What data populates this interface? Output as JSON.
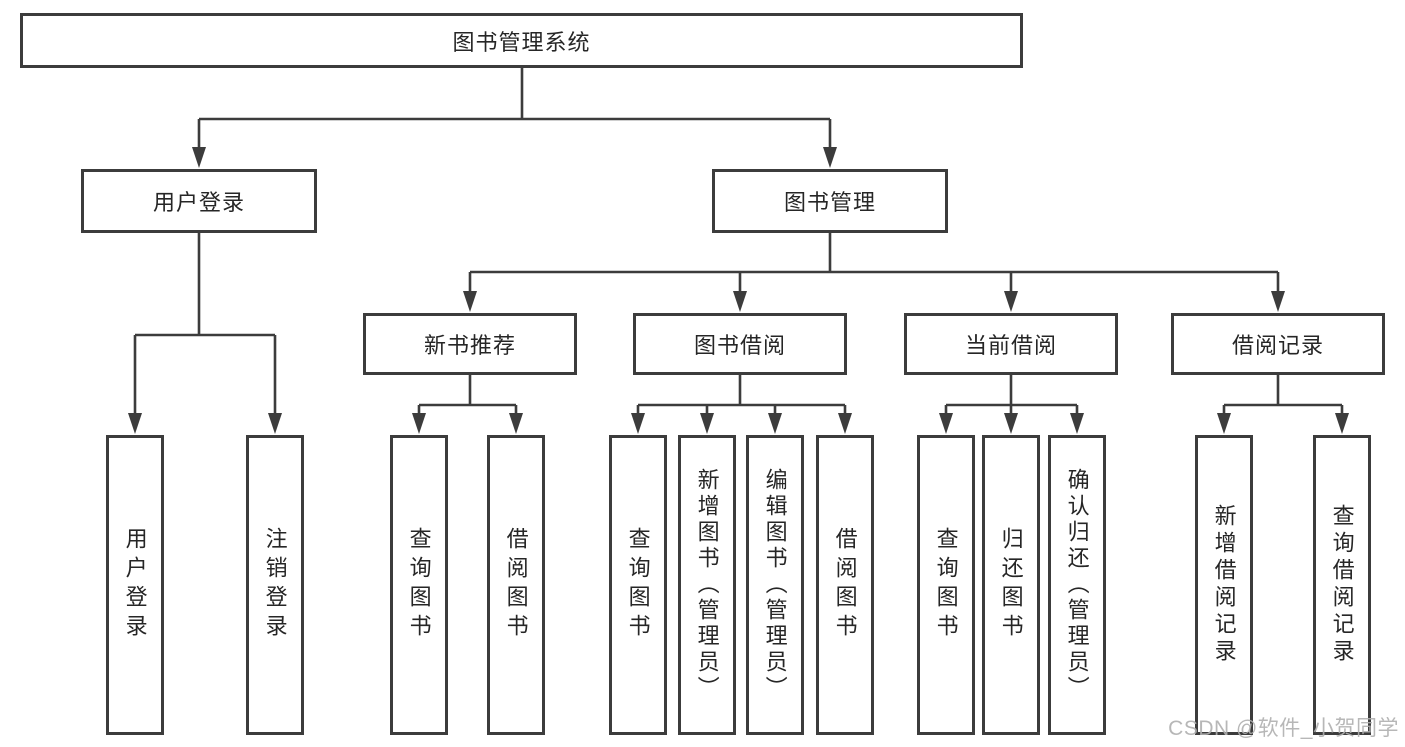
{
  "diagram": {
    "root": "图书管理系统",
    "level2": {
      "user_login": "用户登录",
      "book_management": "图书管理"
    },
    "level3": {
      "new_book_recommend": "新书推荐",
      "book_borrow": "图书借阅",
      "current_borrow": "当前借阅",
      "borrow_record": "借阅记录"
    },
    "leaves": {
      "user_login": "用户登录",
      "logout": "注销登录",
      "recommend_query_book": "查询图书",
      "recommend_borrow_book": "借阅图书",
      "borrow_query_book": "查询图书",
      "borrow_add_book": "新增图书（管理员）",
      "borrow_edit_book": "编辑图书（管理员）",
      "borrow_borrow_book": "借阅图书",
      "current_query_book": "查询图书",
      "current_return_book": "归还图书",
      "current_confirm_return": "确认归还（管理员）",
      "record_add": "新增借阅记录",
      "record_query": "查询借阅记录"
    }
  },
  "watermark": "CSDN @软件_小贺同学"
}
